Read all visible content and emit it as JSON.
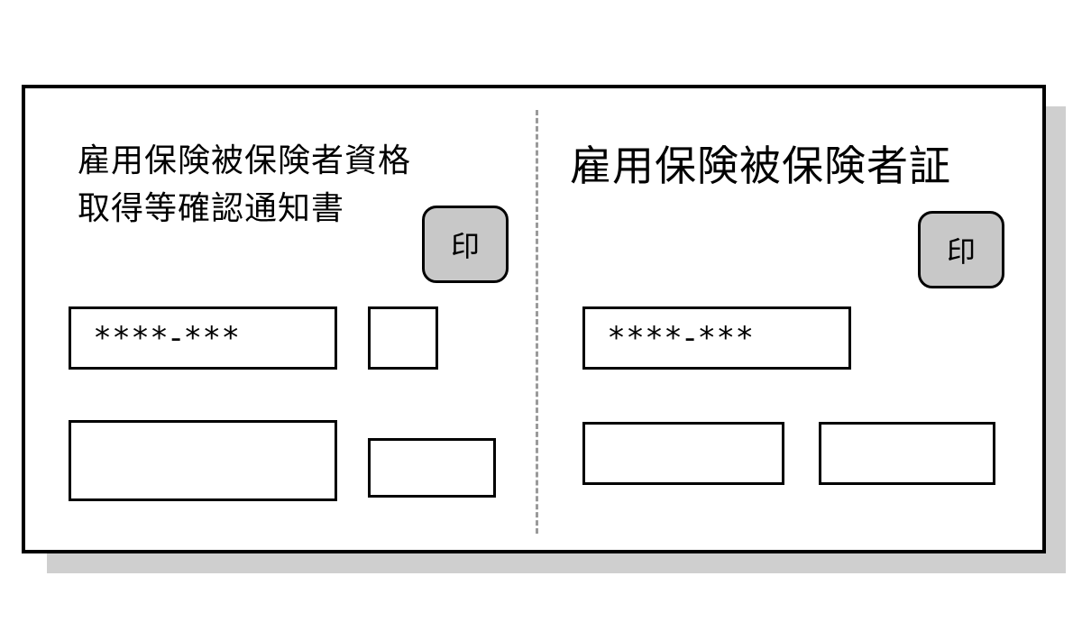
{
  "notice": {
    "title_line1": "雇用保険被保険者資格",
    "title_line2": "取得等確認通知書",
    "stamp": "印",
    "insured_number": "****-***"
  },
  "certificate": {
    "title": "雇用保険被保険者証",
    "stamp": "印",
    "insured_number": "****-***"
  },
  "colors": {
    "border": "#000000",
    "stamp_fill": "#c8c8c8",
    "shadow": "#cfcfcf",
    "perforation": "#9a9a9a"
  }
}
